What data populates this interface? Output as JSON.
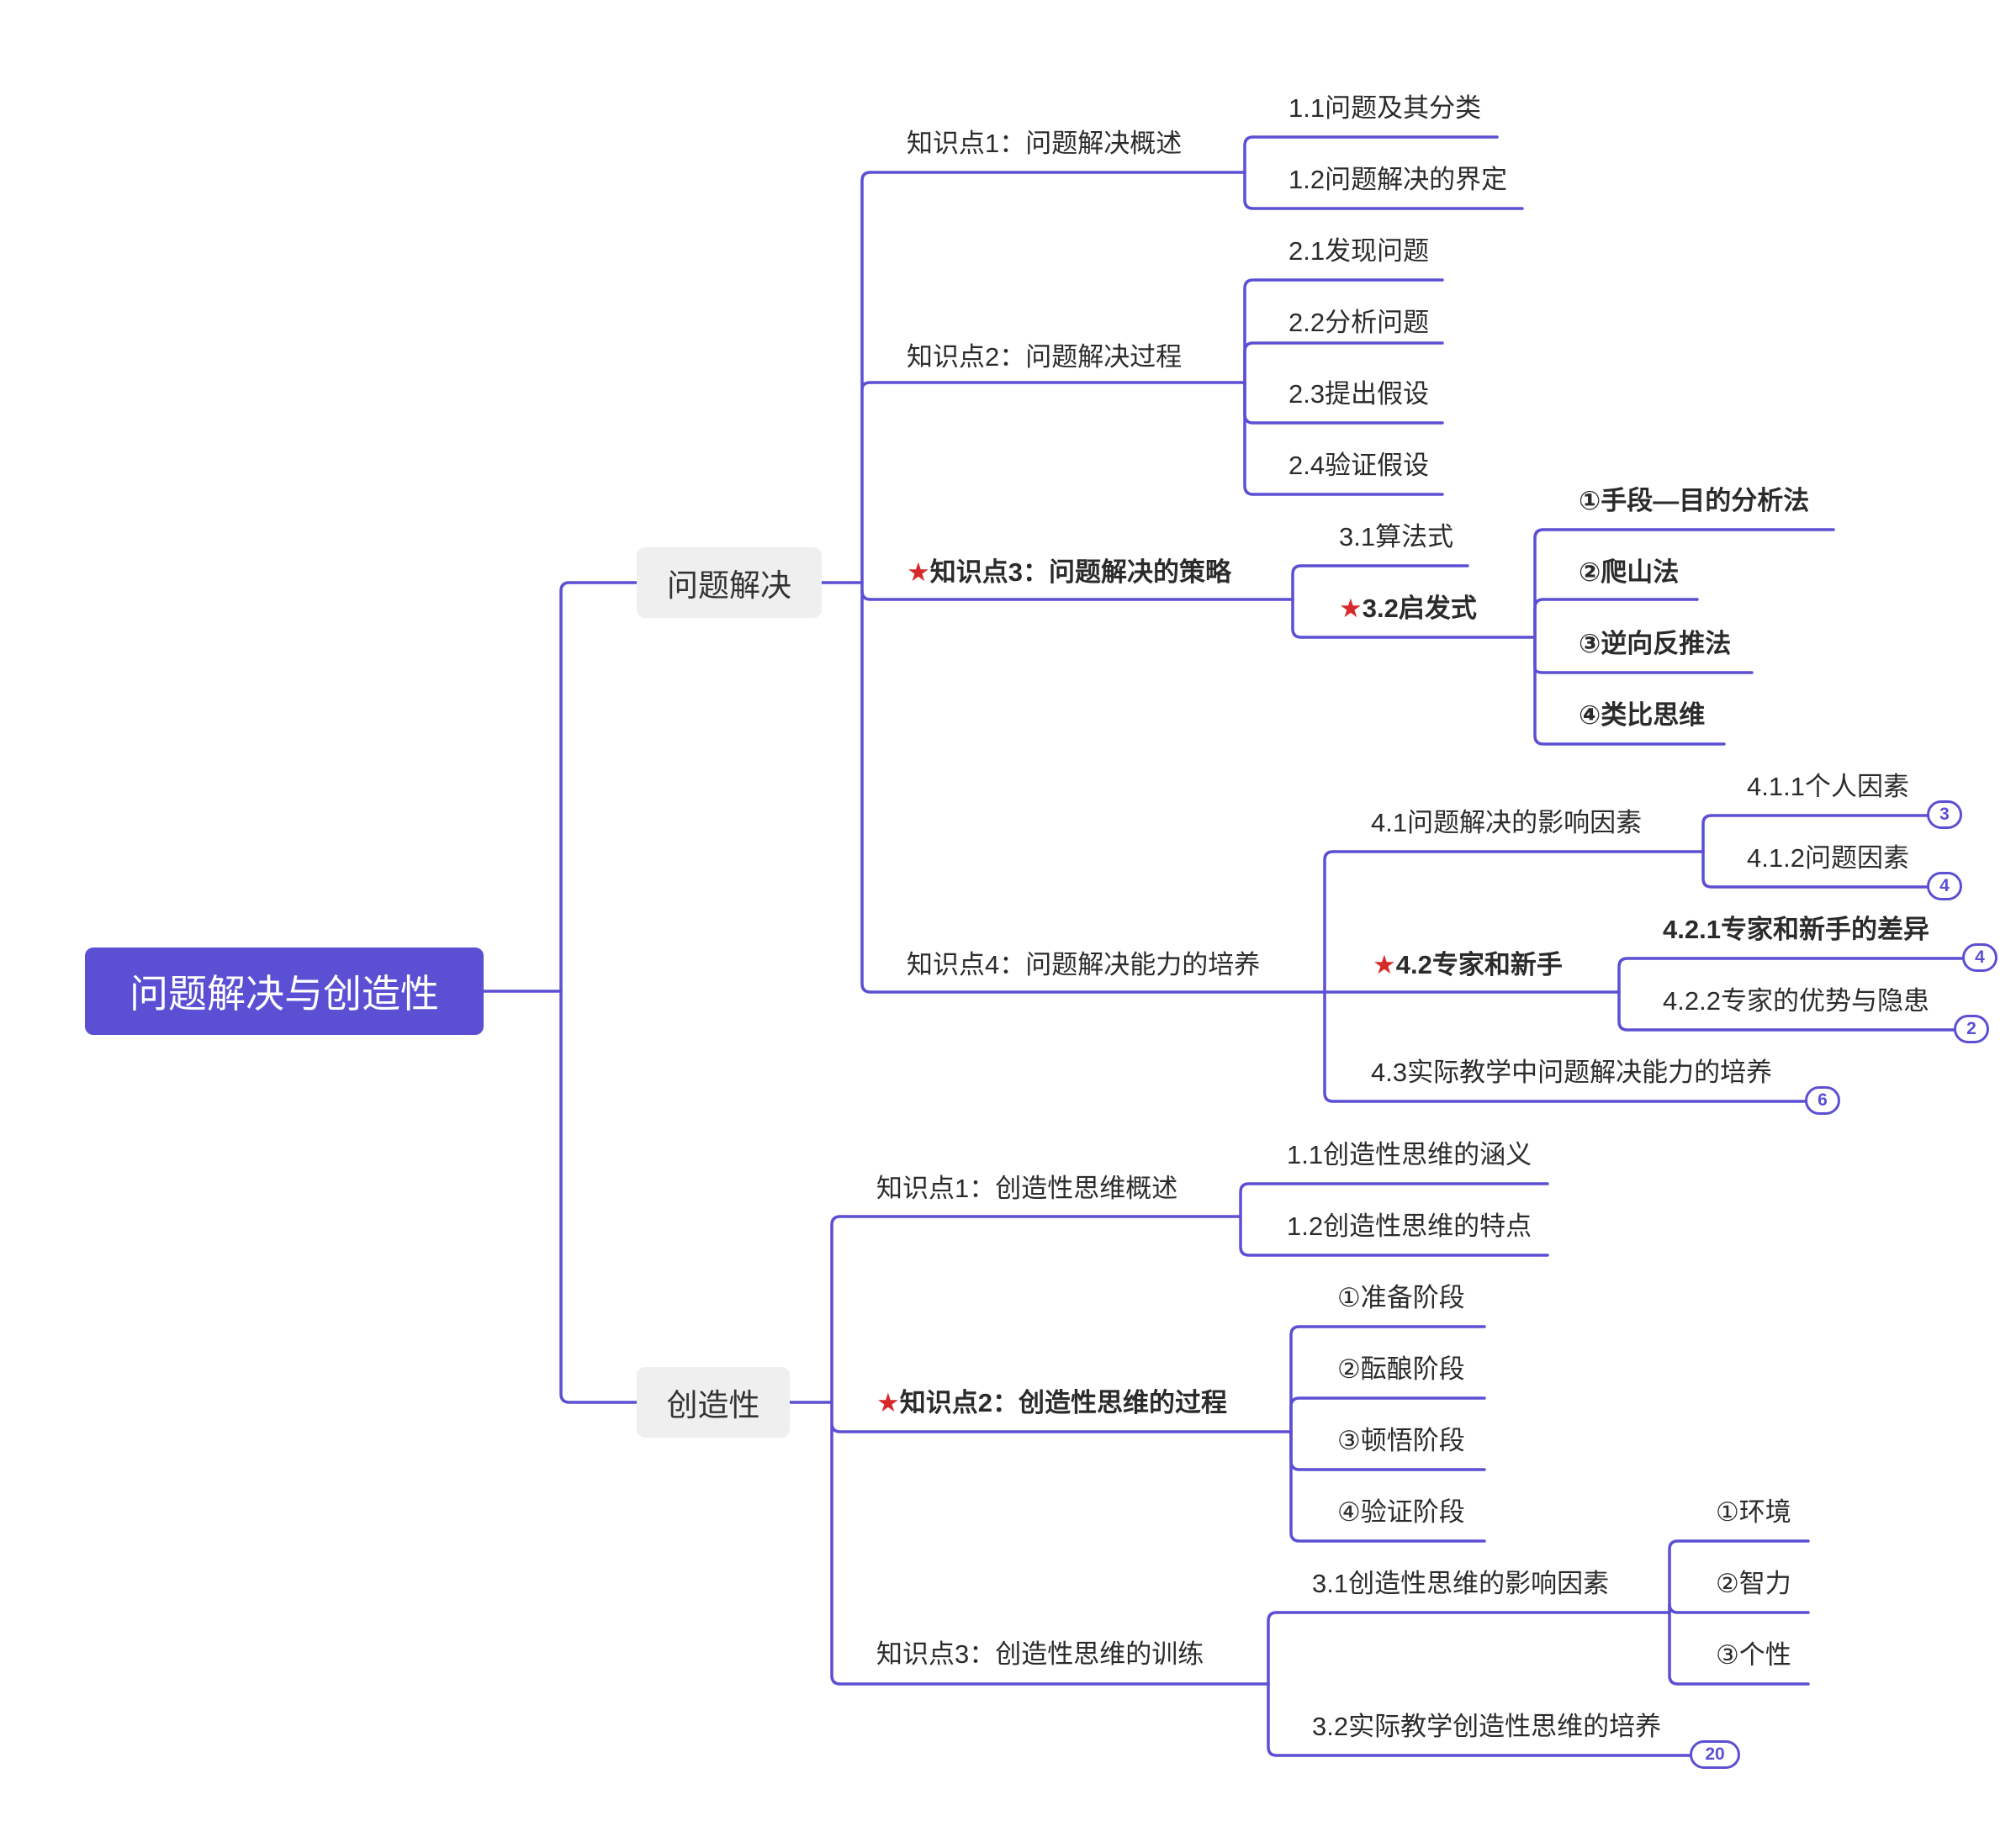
{
  "root": "问题解决与创造性",
  "star": "★",
  "b1": {
    "label": "问题解决",
    "k1": {
      "label": "知识点1：问题解决概述",
      "c1": "1.1问题及其分类",
      "c2": "1.2问题解决的界定"
    },
    "k2": {
      "label": "知识点2：问题解决过程",
      "c1": "2.1发现问题",
      "c2": "2.2分析问题",
      "c3": "2.3提出假设",
      "c4": "2.4验证假设"
    },
    "k3": {
      "label": "知识点3：问题解决的策略",
      "c1": "3.1算法式",
      "c2": "3.2启发式",
      "g1": "①手段—目的分析法",
      "g2": "②爬山法",
      "g3": "③逆向反推法",
      "g4": "④类比思维"
    },
    "k4": {
      "label": "知识点4：问题解决能力的培养",
      "c1": "4.1问题解决的影响因素",
      "c1a": "4.1.1个人因素",
      "c1a_badge": "3",
      "c1b": "4.1.2问题因素",
      "c1b_badge": "4",
      "c2": "4.2专家和新手",
      "c2a": "4.2.1专家和新手的差异",
      "c2a_badge": "4",
      "c2b": "4.2.2专家的优势与隐患",
      "c2b_badge": "2",
      "c3": "4.3实际教学中问题解决能力的培养",
      "c3_badge": "6"
    }
  },
  "b2": {
    "label": "创造性",
    "k1": {
      "label": "知识点1：创造性思维概述",
      "c1": "1.1创造性思维的涵义",
      "c2": "1.2创造性思维的特点"
    },
    "k2": {
      "label": "知识点2：创造性思维的过程",
      "c1": "①准备阶段",
      "c2": "②酝酿阶段",
      "c3": "③顿悟阶段",
      "c4": "④验证阶段"
    },
    "k3": {
      "label": "知识点3：创造性思维的训练",
      "c1": "3.1创造性思维的影响因素",
      "c1a": "①环境",
      "c1b": "②智力",
      "c1c": "③个性",
      "c2": "3.2实际教学创造性思维的培养",
      "c2_badge": "20"
    }
  }
}
